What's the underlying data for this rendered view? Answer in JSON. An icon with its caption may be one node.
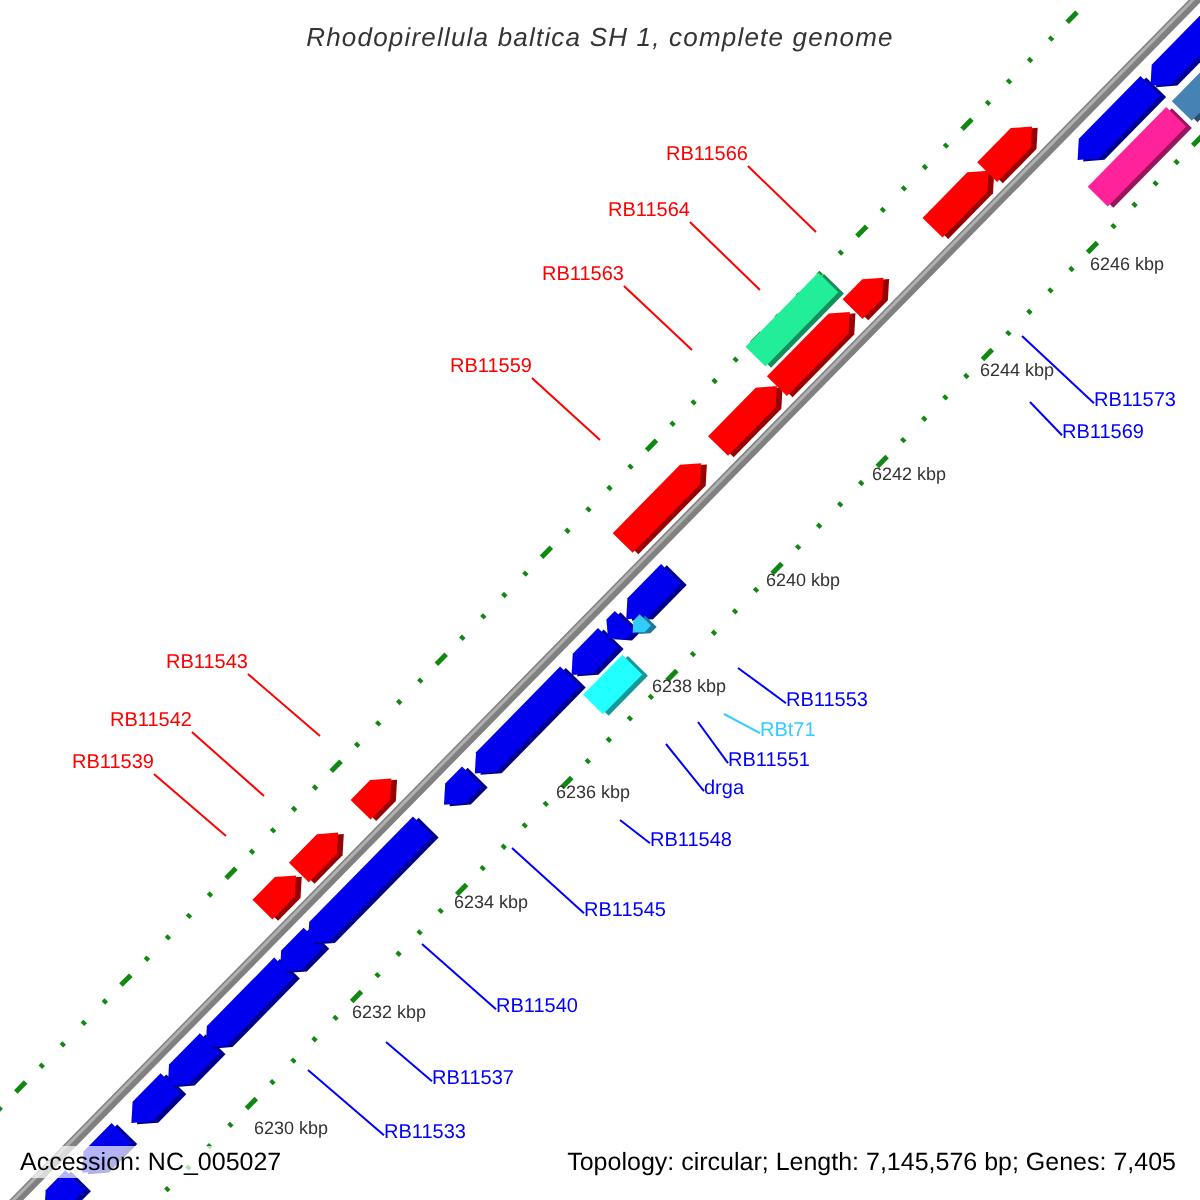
{
  "diagram": {
    "title": "Rhodopirellula baltica SH 1, complete genome",
    "nodes": [
      {
        "text": [
          "RB11566"
        ]
      },
      {
        "text": [
          "RB11564"
        ]
      },
      {
        "text": [
          "RB11563"
        ]
      },
      {
        "text": [
          "RB11559"
        ]
      },
      {
        "text": [
          "RB11543"
        ]
      },
      {
        "text": [
          "RB11542"
        ]
      },
      {
        "text": [
          "RB11539"
        ]
      },
      {
        "text": [
          "RB11573"
        ]
      },
      {
        "text": [
          "RB11569"
        ]
      },
      {
        "text": [
          "RB11553"
        ]
      },
      {
        "text": [
          "RBt71"
        ]
      },
      {
        "text": [
          "RB11551"
        ]
      },
      {
        "text": [
          "drga"
        ]
      },
      {
        "text": [
          "RB11548"
        ]
      },
      {
        "text": [
          "RB11545"
        ]
      },
      {
        "text": [
          "RB11540"
        ]
      },
      {
        "text": [
          "RB11537"
        ]
      },
      {
        "text": [
          "RB11533"
        ]
      }
    ],
    "edges": [
      {
        "from": 0,
        "to": null,
        "arrow": "none",
        "color": "#ff0000"
      },
      {
        "from": 1,
        "to": null,
        "arrow": "none",
        "color": "#ff0000"
      },
      {
        "from": 2,
        "to": null,
        "arrow": "none",
        "color": "#ff0000"
      },
      {
        "from": 3,
        "to": null,
        "arrow": "none",
        "color": "#ff0000"
      },
      {
        "from": 4,
        "to": null,
        "arrow": "none",
        "color": "#ff0000"
      },
      {
        "from": 5,
        "to": null,
        "arrow": "none",
        "color": "#ff0000"
      },
      {
        "from": 6,
        "to": null,
        "arrow": "none",
        "color": "#ff0000"
      },
      {
        "from": 7,
        "to": null,
        "arrow": "none"
      },
      {
        "from": 8,
        "to": null,
        "arrow": "none"
      },
      {
        "from": 9,
        "to": null,
        "arrow": "none"
      },
      {
        "from": 10,
        "to": null,
        "arrow": "none",
        "color": "#33ccff"
      },
      {
        "from": 11,
        "to": null,
        "arrow": "none"
      },
      {
        "from": 12,
        "to": null,
        "arrow": "none"
      },
      {
        "from": 13,
        "to": null,
        "arrow": "none"
      },
      {
        "from": 14,
        "to": null,
        "arrow": "none"
      },
      {
        "from": 15,
        "to": null,
        "arrow": "none"
      },
      {
        "from": 16,
        "to": null,
        "arrow": "none"
      },
      {
        "from": 17,
        "to": null,
        "arrow": "none"
      }
    ],
    "labels": [
      "6246 kbp",
      "6244 kbp",
      "6242 kbp",
      "6240 kbp",
      "6238 kbp",
      "6236 kbp",
      "6234 kbp",
      "6232 kbp",
      "6230 kbp",
      "Accession: NC_005027",
      "Topology: circular; Length: 7,145,576 bp; Genes: 7,405"
    ]
  }
}
